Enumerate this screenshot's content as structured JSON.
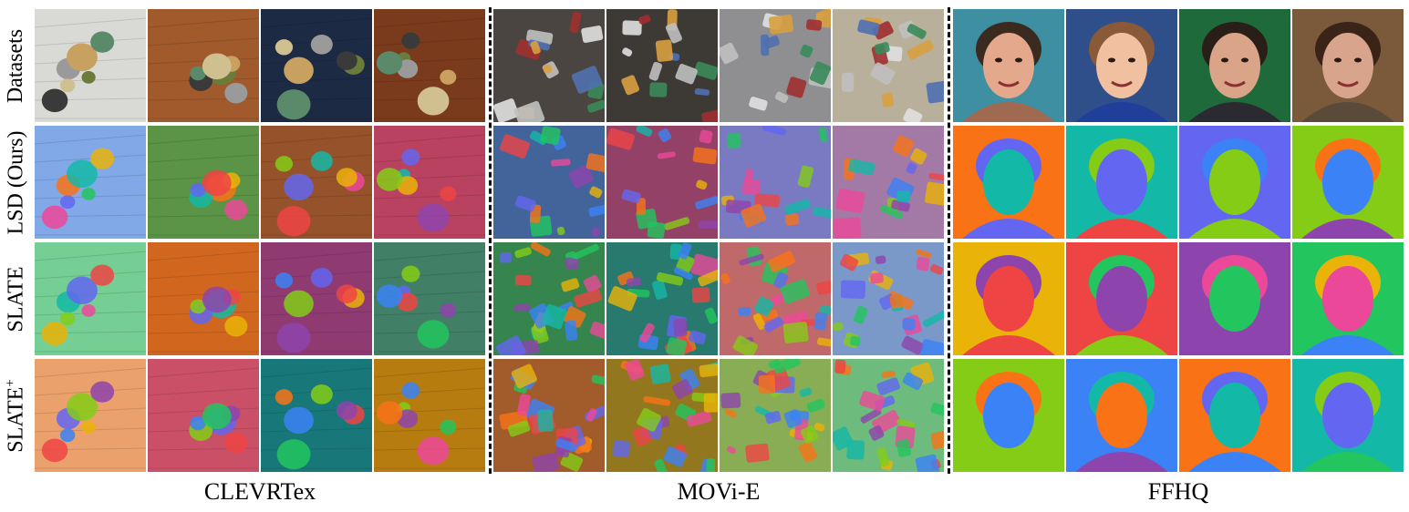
{
  "rows": [
    {
      "label": "Datasets"
    },
    {
      "label": "LSD (Ours)"
    },
    {
      "label": "SLATE"
    },
    {
      "label": "SLATE",
      "sup": "+"
    }
  ],
  "groups": [
    {
      "label": "CLEVRTex"
    },
    {
      "label": "MOVi-E"
    },
    {
      "label": "FFHQ"
    }
  ],
  "palette": {
    "clevr_floors": [
      "#d9d9d6",
      "#a05a2c",
      "#1d2a44",
      "#7a3a1c"
    ],
    "movi_floors": [
      "#4a4540",
      "#3d3a36",
      "#8f8f92",
      "#b9b09c"
    ],
    "ffhq_bgs": [
      "#3f8fa3",
      "#2f4f8a",
      "#1f6a3a",
      "#7a5a3a"
    ],
    "ffhq_skin": [
      "#e4a88c",
      "#f0c0a0",
      "#d9a488",
      "#d8a48c"
    ],
    "ffhq_hair": [
      "#3a2a20",
      "#8a5a38",
      "#2a1e18",
      "#3a2418"
    ],
    "seg_colors": [
      "#8e44ad",
      "#3b82f6",
      "#22c55e",
      "#f97316",
      "#ec4899",
      "#14b8a6",
      "#eab308",
      "#6366f1",
      "#ef4444",
      "#84cc16"
    ]
  }
}
